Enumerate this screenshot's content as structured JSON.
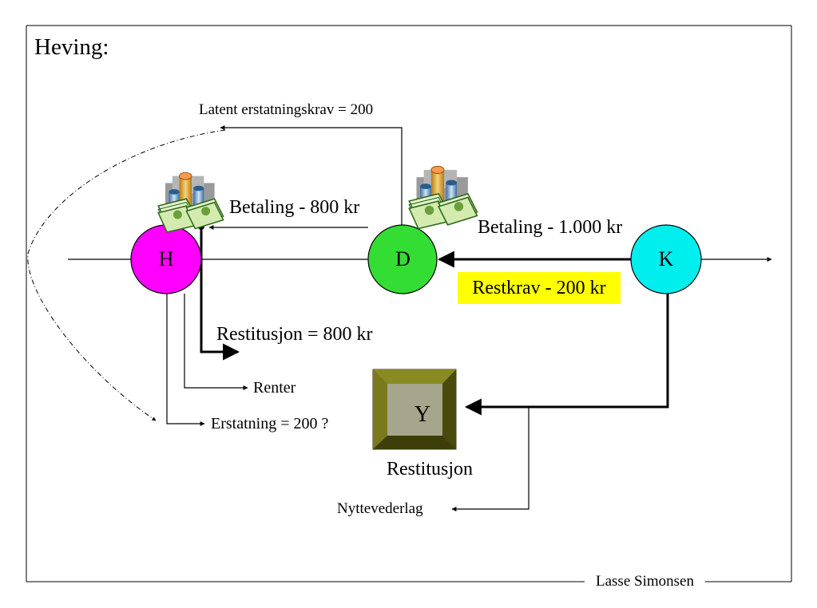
{
  "slide": {
    "title": "Heving:",
    "author": "Lasse Simonsen"
  },
  "nodes": {
    "h": "H",
    "d": "D",
    "k": "K",
    "y": "Y"
  },
  "labels": {
    "latent_claim": "Latent erstatningskrav = 200",
    "payment_800": "Betaling - 800 kr",
    "payment_1000": "Betaling - 1.000 kr",
    "remaining_claim": "Restkrav - 200 kr",
    "restitution_800": "Restitusjon = 800 kr",
    "interest": "Renter",
    "compensation": "Erstatning = 200 ?",
    "restitution": "Restitusjon",
    "benefit_compensation": "Nyttevederlag"
  },
  "colors": {
    "node_h": "#ff00ff",
    "node_d": "#33dd33",
    "node_k": "#00eeee",
    "node_y_frame": "#6e6e16",
    "node_y_face": "#a6a68c",
    "highlight": "#ffff00"
  },
  "icons": [
    "money-stack-icon",
    "money-stack-icon"
  ]
}
